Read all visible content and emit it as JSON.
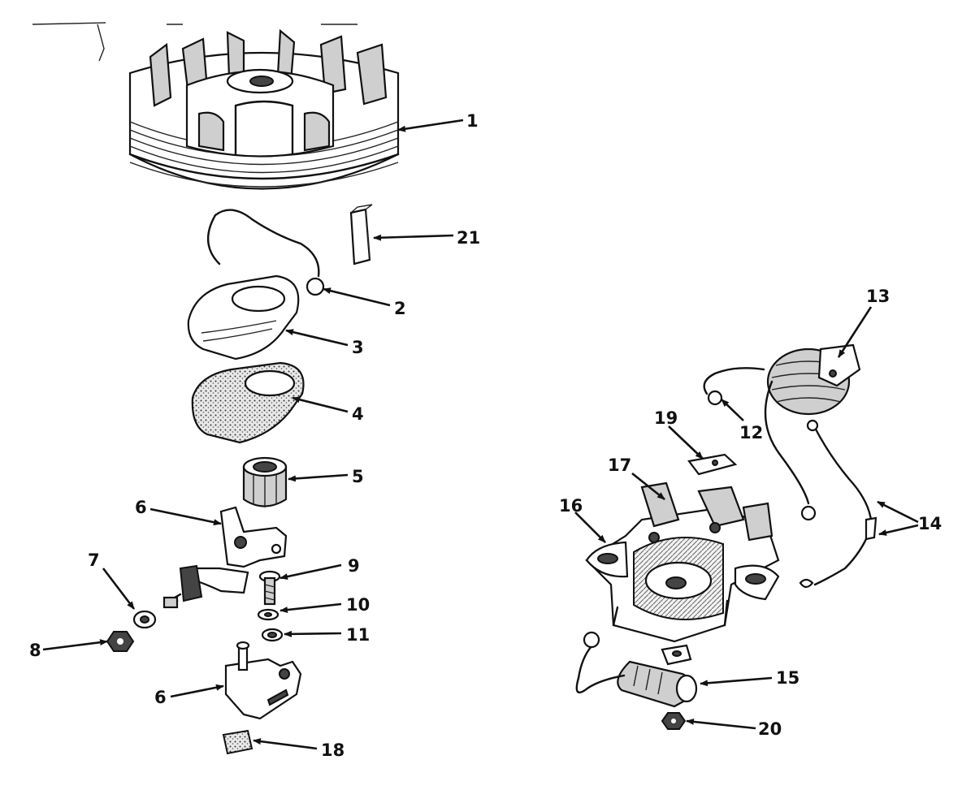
{
  "callouts": {
    "p1": "1",
    "p2": "2",
    "p3": "3",
    "p4": "4",
    "p5": "5",
    "p6a": "6",
    "p6b": "6",
    "p7": "7",
    "p8": "8",
    "p9": "9",
    "p10": "10",
    "p11": "11",
    "p12": "12",
    "p13": "13",
    "p14": "14",
    "p15": "15",
    "p16": "16",
    "p17": "17",
    "p18": "18",
    "p19": "19",
    "p20": "20",
    "p21": "21"
  }
}
